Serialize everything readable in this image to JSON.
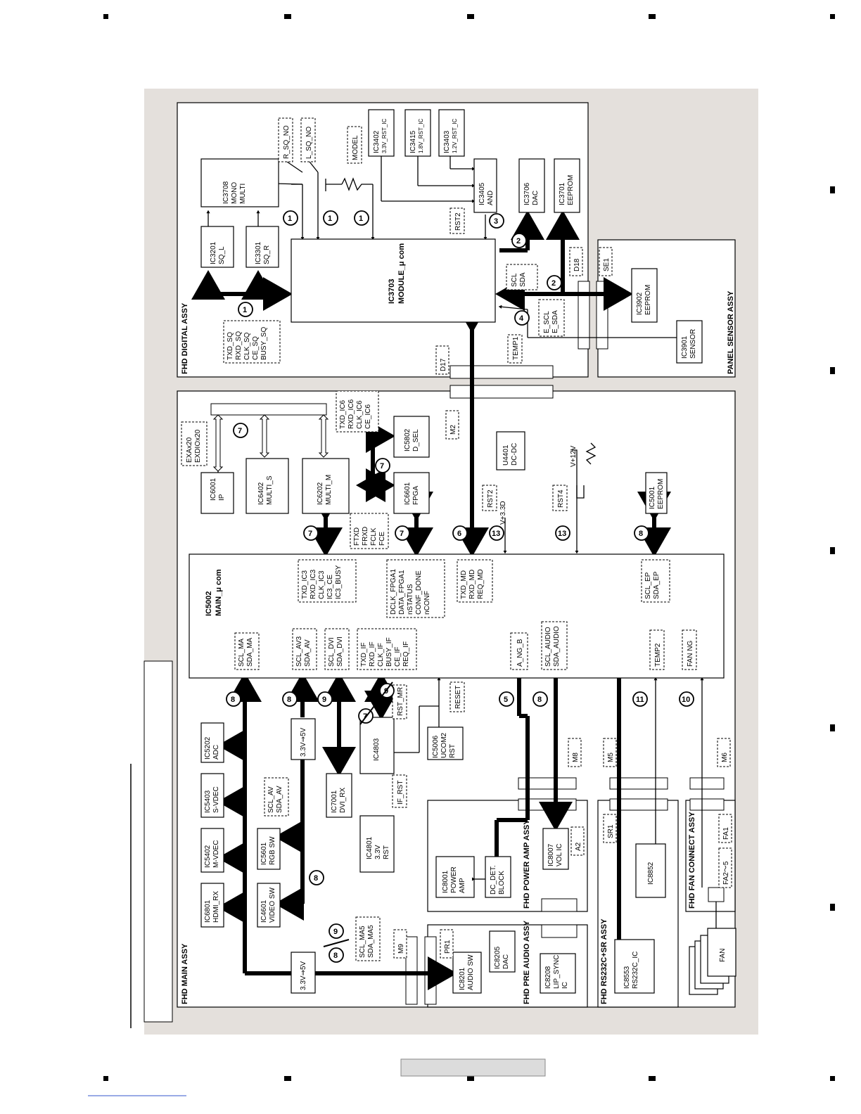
{
  "assemblies": {
    "digital": "FHD DIGITAL ASSY",
    "panel_sensor": "PANEL SENSOR ASSY",
    "main": "FHD MAIN ASSY",
    "power_amp": "FHD POWER AMP ASSY",
    "pre_audio": "FHD PRE AUDIO ASSY",
    "rs232c": "FHD RS232C+SR ASSY",
    "fan_connect": "FHD FAN CONNECT ASSY"
  },
  "chips": {
    "ic3703": [
      "IC3703",
      "MODULE_μ com"
    ],
    "ic3201": [
      "IC3201",
      "SQ_L"
    ],
    "ic3301": [
      "IC3301",
      "SQ_R"
    ],
    "ic3708": [
      "IC3708",
      "MONO",
      "MULTI"
    ],
    "ic3402": [
      "IC3402",
      "3.3V_RST_IC"
    ],
    "ic3415": [
      "IC3415",
      "1.8V_RST_IC"
    ],
    "ic3403": [
      "IC3403",
      "1.2V_RST_IC"
    ],
    "ic3405": [
      "IC3405",
      "AND"
    ],
    "ic3706": [
      "IC3706",
      "DAC"
    ],
    "ic3701": [
      "IC3701",
      "EEPROM"
    ],
    "ic3902": [
      "IC3902",
      "EEPROM"
    ],
    "ic3901": [
      "IC3901",
      "SENSOR"
    ],
    "ic5002": [
      "IC5002",
      "MAIN_μ com"
    ],
    "ic6001": [
      "IC6001",
      "IP"
    ],
    "ic6402": [
      "IC6402",
      "MULTI_S"
    ],
    "ic6202": [
      "IC6202",
      "MULTI_M"
    ],
    "ic6601": [
      "IC6601",
      "FPGA"
    ],
    "ic5802": [
      "IC5802",
      "D_SEL"
    ],
    "u4401": [
      "U4401",
      "DC-DC"
    ],
    "ic5001": [
      "IC5001",
      "EEPROM"
    ],
    "ic6801": [
      "IC6801",
      "HDMI_RX"
    ],
    "ic5402": [
      "IC5402",
      "M-VDEC"
    ],
    "ic5403": [
      "IC5403",
      "S-VDEC"
    ],
    "ic5202": [
      "IC5202",
      "ADC"
    ],
    "ic4601": [
      "IC4601",
      "VIDEO SW"
    ],
    "ic5601": [
      "IC5601",
      "RGB SW"
    ],
    "ic7001": [
      "IC7001",
      "DVI_RX"
    ],
    "ic4803": [
      "IC4803"
    ],
    "ic4801": [
      "IC4801",
      "3.3V",
      "RST"
    ],
    "ic5006": [
      "IC5006",
      "UCOM2",
      "RST"
    ],
    "ic8001": [
      "IC8001",
      "POWER",
      "AMP"
    ],
    "dcdet": [
      "DC_DET.",
      "BLOCK"
    ],
    "ic8007": [
      "IC8007",
      "VOL IC"
    ],
    "ic8201": [
      "IC8201",
      "AUDIO SW"
    ],
    "ic8205": [
      "IC8205",
      "DAC"
    ],
    "ic8208": [
      "IC8208",
      "LIP_SYNC",
      "IC"
    ],
    "ic8852": [
      "IC8852"
    ],
    "ic8553": [
      "IC8553",
      "RS232C_IC"
    ],
    "fan": [
      "FAN"
    ],
    "conv1": [
      "3.3V⇒5V"
    ],
    "conv2": [
      "3.3V⇒5V"
    ]
  },
  "connectors": {
    "d17": "D17",
    "d18": "D18",
    "se1": "SE1",
    "m2": "M2",
    "m8": "M8",
    "m5": "M5",
    "m6": "M6",
    "m9": "M9",
    "pr1": "PR1",
    "a2": "A2",
    "sr1": "SR1",
    "fa1": "FA1",
    "fa2": "FA2〜5"
  },
  "signals": {
    "r_sq_no": "R_SQ_NO",
    "l_sq_no": "L_SQ_NO",
    "model": "MODEL",
    "rst2_dig": "RST2",
    "sq_bus": [
      "TXD_SQ",
      "RXD_SQ",
      "CLK_SQ",
      "CE_SQ",
      "BUSY_SQ"
    ],
    "scl_sda": [
      "SCL",
      "SDA"
    ],
    "e_scl_sda": [
      "E_SCL",
      "E_SDA"
    ],
    "temp1": "TEMP1",
    "exa": [
      "EXAx20",
      "EXDIOx20"
    ],
    "ic6_bus": [
      "TXD_IC6",
      "RXD_IC6",
      "CLK_IC6",
      "CE_IC6"
    ],
    "fpga_ctl": [
      "FTXD",
      "FRXD",
      "FCLK",
      "FCE"
    ],
    "rst2_main": "RST2",
    "v33d": "V+3.3D",
    "rst4": "RST4",
    "v12": "V+12V",
    "ic3_bus": [
      "TXD_IC3",
      "RXD_IC3",
      "CLK_IC3",
      "IC3_CE",
      "IC3_BUSY"
    ],
    "fpga_cfg": [
      "DCLK_FPGA1",
      "DATA_FPGA1",
      "nSTATUS",
      "CONF_DONE",
      "nCONF"
    ],
    "md_bus": [
      "TXD_MD",
      "RXD_MD",
      "REQ_MD"
    ],
    "ep_bus": [
      "SCL_EP",
      "SDA_EP"
    ],
    "ma_bus": [
      "SCL_MA",
      "SDA_MA"
    ],
    "av3_bus": [
      "SCL_AV3",
      "SDA_AV"
    ],
    "dvi_bus": [
      "SCL_DVI",
      "SDA_DVI"
    ],
    "if_bus": [
      "TXD_IF",
      "RXD_IF",
      "CLK_IF",
      "BUSY_IF",
      "CE_IF",
      "REQ_IF"
    ],
    "a_ng_b": "A_NG_B",
    "audio_bus": [
      "SCL_AUDIO",
      "SDA_AUDIO"
    ],
    "temp2": "TEMP2",
    "fan_ng": "FAN NG",
    "rst_mr": "RST_MR",
    "reset": "RESET",
    "if_rst": "IF_RST",
    "av_bus": [
      "SCL_AV",
      "SDA_AV"
    ],
    "ma5_bus": [
      "SCL_MA5",
      "SDA_MA5"
    ]
  },
  "callouts": {
    "c1": "1",
    "c2": "2",
    "c3": "3",
    "c4": "4",
    "c5": "5",
    "c6": "6",
    "c7": "7",
    "c8": "8",
    "c9": "9",
    "c10": "10",
    "c11": "11",
    "c13": "13"
  }
}
